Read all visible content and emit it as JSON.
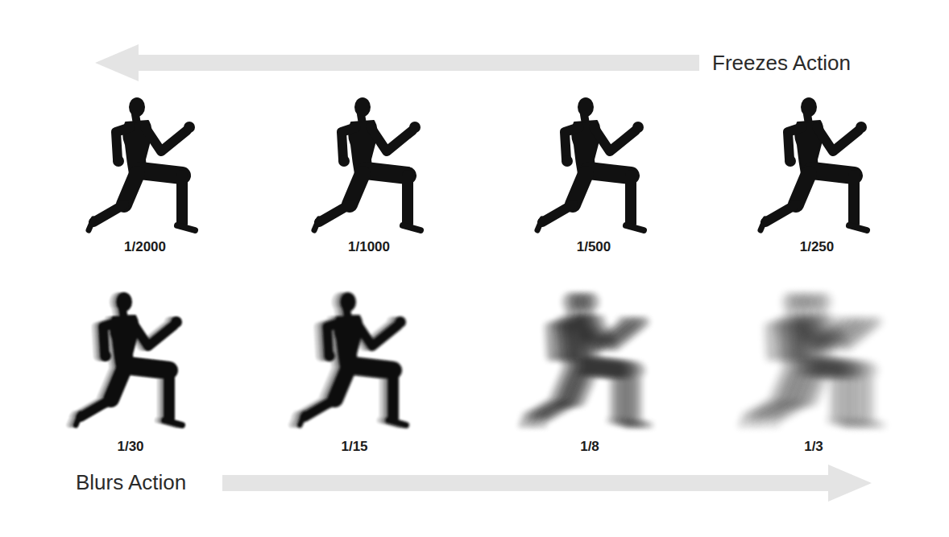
{
  "diagram": {
    "labels": [
      "Freezes Action",
      "1/2000",
      "1/1000",
      "1/500",
      "1/250",
      "1/30",
      "1/15",
      "1/8",
      "1/3",
      "Blurs Action"
    ]
  }
}
